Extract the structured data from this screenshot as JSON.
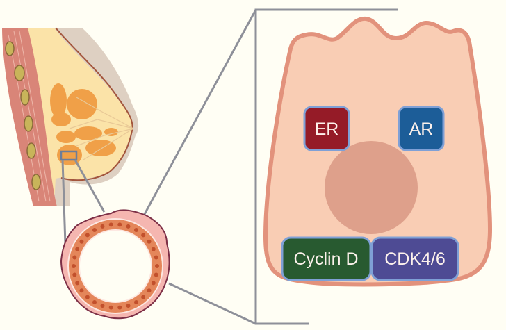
{
  "diagram": {
    "title": "Breast tissue to luminal cell zoom",
    "panels": [
      {
        "id": "breast",
        "description": "Sagittal cross-section of breast"
      },
      {
        "id": "duct",
        "description": "Cross-section of mammary duct"
      },
      {
        "id": "cell",
        "description": "Luminal epithelial cell"
      }
    ],
    "labels": {
      "er": "ER",
      "ar": "AR",
      "cyclin_d": "Cyclin D",
      "cdk": "CDK4/6"
    },
    "colors": {
      "background": "#fffef4",
      "connector": "#8e9099",
      "cell_fill": "#f9cdb4",
      "cell_border": "#e2927c",
      "nucleus": "#dea08b",
      "er": "#951b27",
      "ar": "#1c5d98",
      "cyclin_d": "#285a30",
      "cdk": "#4e4b94",
      "box_border": "#7fa0d6"
    }
  }
}
